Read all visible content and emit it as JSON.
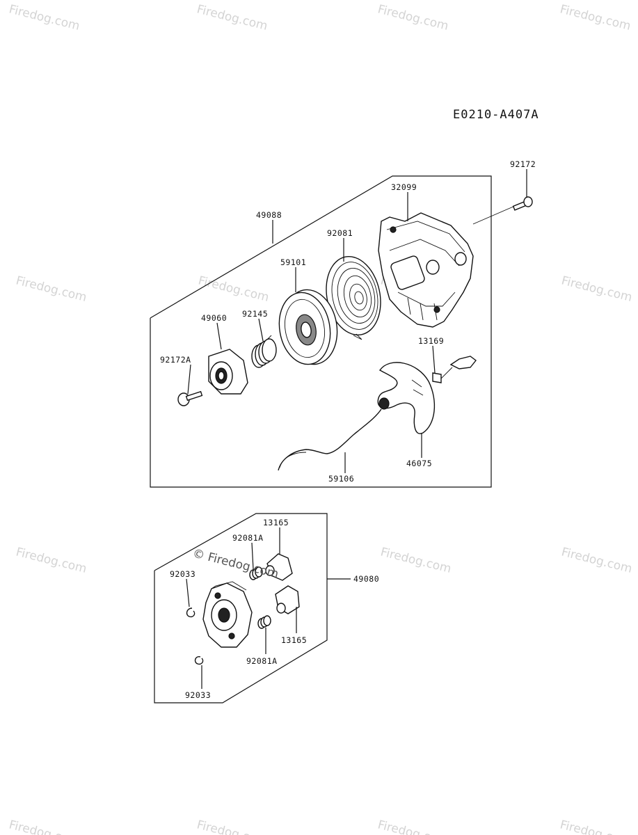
{
  "diagram_code": "E0210-A407A",
  "watermark_text": "Firedog.com",
  "watermark_overlay_text": "© Firedog.com",
  "parts": {
    "bolt_top": "92172",
    "housing": "32099",
    "assembly_main": "49088",
    "spring_spiral": "92081",
    "reel": "59101",
    "spring_coil": "92145",
    "cam": "49060",
    "bolt_cam": "92172A",
    "rope_guide": "13169",
    "handle": "46075",
    "rope": "59106",
    "ratchet_a": "13165",
    "spring_a": "92081A",
    "clip_a": "92033",
    "ratchet_b": "13165",
    "spring_b": "92081A",
    "clip_b": "92033",
    "assembly_lower": "49080"
  },
  "colors": {
    "ink": "#111111",
    "watermark": "#d4d4d4",
    "background": "#ffffff"
  }
}
